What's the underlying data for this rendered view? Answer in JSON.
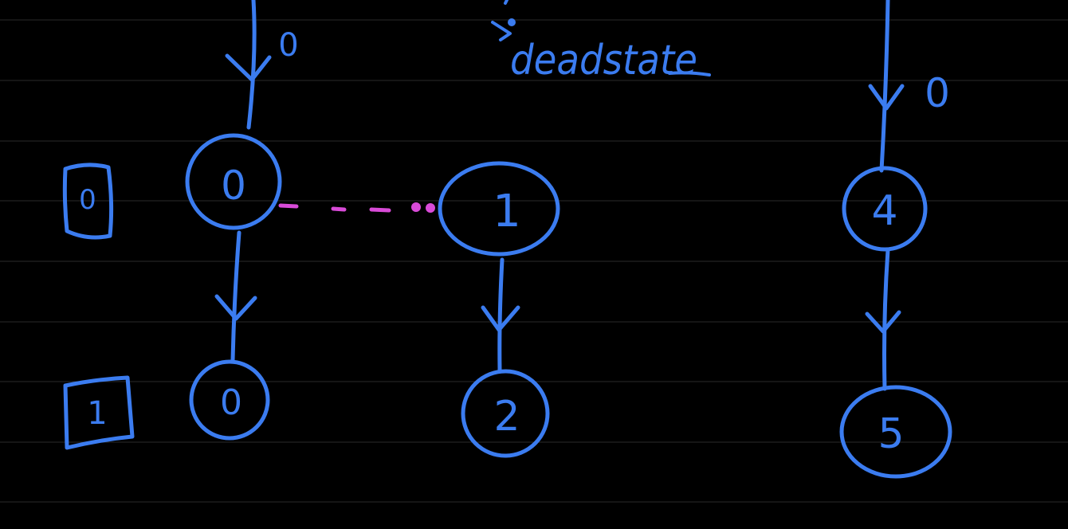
{
  "canvas": {
    "background": "#000000",
    "ink_color": "#3b7cf0",
    "highlight_color": "#d94bd8",
    "rule_color": "#2a2a2a"
  },
  "row_labels": {
    "row0": "0",
    "row1": "1"
  },
  "nodes": {
    "n_a_top": "0",
    "n_a_bottom": "0",
    "n_b_top": "1",
    "n_b_bottom": "2",
    "n_c_top": "4",
    "n_c_bottom": "5"
  },
  "edge_labels": {
    "a_incoming": "0",
    "c_incoming": "0"
  },
  "annotation": {
    "deadstate": "deadstate"
  }
}
